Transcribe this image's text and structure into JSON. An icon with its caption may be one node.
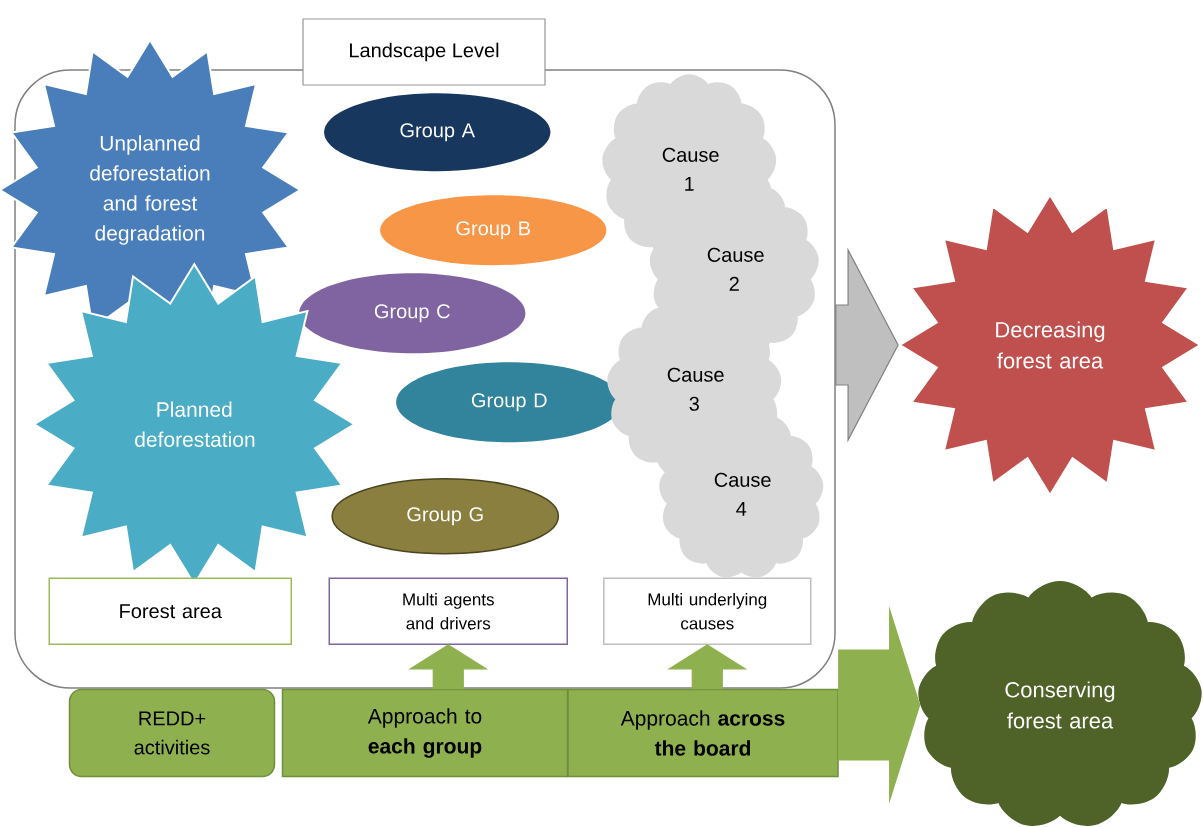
{
  "diagram": {
    "nodes": [
      {
        "text": [
          "Landscape Level"
        ]
      },
      {
        "text": [
          "Unplanned deforestation and forest degradation"
        ]
      },
      {
        "text": [
          "Group A"
        ],
        "in": 0
      },
      {
        "text": [
          "Cause 1"
        ],
        "in": 0
      },
      {
        "text": [
          "Group B"
        ],
        "in": 0
      },
      {
        "text": [
          "Cause 2"
        ],
        "in": 0
      },
      {
        "text": [
          "Group C"
        ],
        "in": 0
      },
      {
        "text": [
          "Planned deforestation"
        ],
        "in": 0
      },
      {
        "text": [
          "Group D"
        ],
        "in": 0
      },
      {
        "text": [
          "Cause 3"
        ],
        "in": 0
      },
      {
        "text": [
          "Decreasing forest area"
        ]
      },
      {
        "text": [
          "Cause 4"
        ],
        "in": 0
      },
      {
        "text": [
          "Group G"
        ],
        "in": 0
      },
      {
        "text": [
          "Forest area"
        ],
        "in": 0
      },
      {
        "text": [
          "Multi agents and drivers"
        ],
        "in": 0
      },
      {
        "text": [
          "Multi underlying causes"
        ],
        "in": 0
      },
      {
        "text": [
          "REDD+ activities"
        ]
      },
      {
        "text": [
          "Approach to **each group**"
        ]
      },
      {
        "text": [
          "Approach **across the board**"
        ]
      },
      {
        "text": [
          "Conserving forest area"
        ]
      }
    ],
    "edges": [
      {
        "from": 17,
        "to": 14,
        "arrow": "to",
        "style": "thick"
      },
      {
        "from": 18,
        "to": 15,
        "arrow": "to",
        "style": "thick"
      },
      {
        "from": 0,
        "to": 10,
        "arrow": "to",
        "style": "thick",
        "color": "#bfbfbf"
      },
      {
        "from": 18,
        "to": 19,
        "arrow": "to",
        "style": "thick"
      }
    ]
  }
}
